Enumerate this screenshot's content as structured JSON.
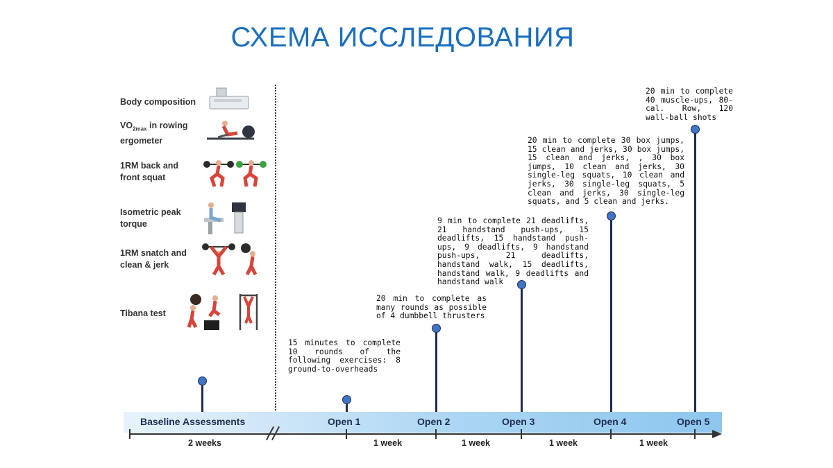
{
  "title": "СХЕМА ИССЛЕДОВАНИЯ",
  "baseline_tests": {
    "body_composition": "Body composition",
    "vo2_main": "VO",
    "vo2_sub": "2max",
    "vo2_rest": " in rowing ergometer",
    "squat": "1RM back and front squat",
    "isometric": "Isometric peak torque",
    "snatch": "1RM snatch and clean & jerk",
    "tibana": "Tibana test"
  },
  "timeline": {
    "baseline_label": "Baseline Assessments",
    "open1": "Open 1",
    "open2": "Open 2",
    "open3": "Open 3",
    "open4": "Open 4",
    "open5": "Open 5",
    "span_baseline": "2 weeks",
    "span_1": "1 week",
    "span_2": "1 week",
    "span_3": "1 week",
    "span_4": "1 week"
  },
  "workouts": {
    "open1": "15 minutes to complete 10 rounds of the following exercises: 8 ground-to-overheads",
    "open2": "20 min to complete as many rounds as possible of 4 dumbbell thrusters",
    "open3": "9 min to complete 21 deadlifts, 21 handstand push-ups, 15 deadlifts, 15 handstand push-ups, 9 deadlifts, 9 handstand push-ups, 21 deadlifts, handstand walk, 15 deadlifts, handstand walk, 9 deadlifts and handstand walk",
    "open4": "20 min to complete 30 box jumps, 15 clean and jerks, 30 box jumps, 15 clean and jerks, , 30 box jumps, 10 clean and jerks, 30 single-leg squats, 10 clean and jerks, 30 single-leg squats, 5 clean and jerks, 30 single-leg squats, and 5 clean and jerks.",
    "open5": "20 min to complete 40 muscle-ups, 80-cal. Row, 120 wall-ball shots"
  },
  "colors": {
    "title": "#1a6fc0",
    "dot": "#3f75c4",
    "stem": "#1e2a55",
    "band_start": "#e6f3fc",
    "band_end": "#8dc6ee"
  }
}
